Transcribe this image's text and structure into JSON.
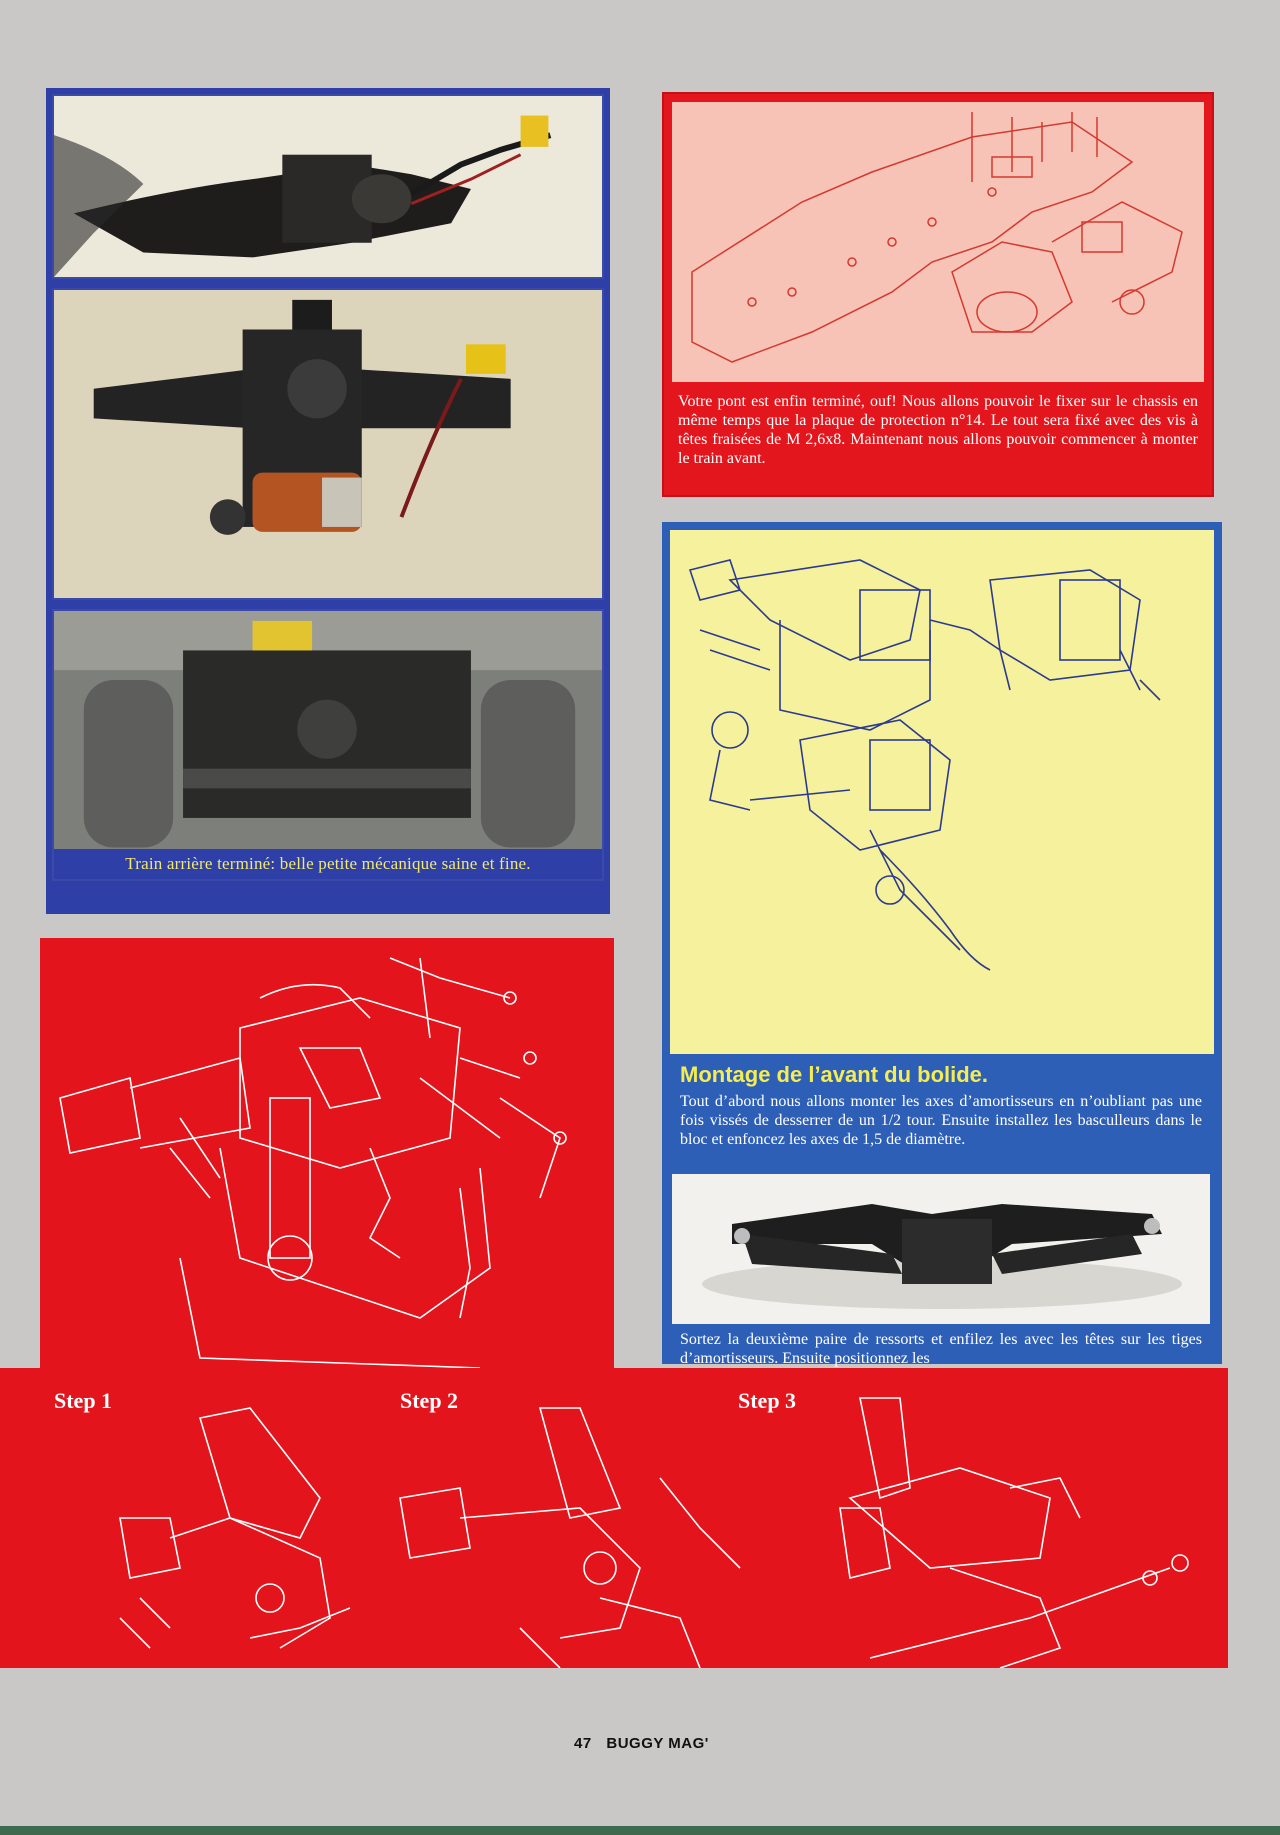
{
  "photos": {
    "caption": "Train arrière terminé: belle petite mécanique saine et fine."
  },
  "top_box": {
    "text": "Votre pont est enfin terminé, ouf! Nous allons pouvoir le fixer sur le chassis en même temps que la plaque de protection n°14. Le tout sera fixé avec des vis à têtes fraisées de M 2,6x8. Maintenant nous allons pouvoir commencer à monter le train avant."
  },
  "right_box": {
    "title": "Montage de l’avant du bolide.",
    "text": "Tout d’abord nous allons monter les axes d’amortisseurs en n’oubliant pas une fois vissés de desserrer de un 1/2 tour. Ensuite installez les basculleurs dans le bloc et enfoncez les axes de 1,5 de diamètre.",
    "continued_text": "Sortez la deuxième paire de ressorts et enfilez les avec les têtes sur les tiges d’amortisseurs. Ensuite positionnez les"
  },
  "steps": {
    "step1": "Step 1",
    "step2": "Step 2",
    "step3": "Step 3"
  },
  "footer": {
    "page_number": "47",
    "magazine": "BUGGY MAG'"
  },
  "colors": {
    "red": "#e3141c",
    "blue": "#2e5fb7",
    "yellow": "#f6f19c",
    "caption_yellow": "#f2e96e"
  }
}
